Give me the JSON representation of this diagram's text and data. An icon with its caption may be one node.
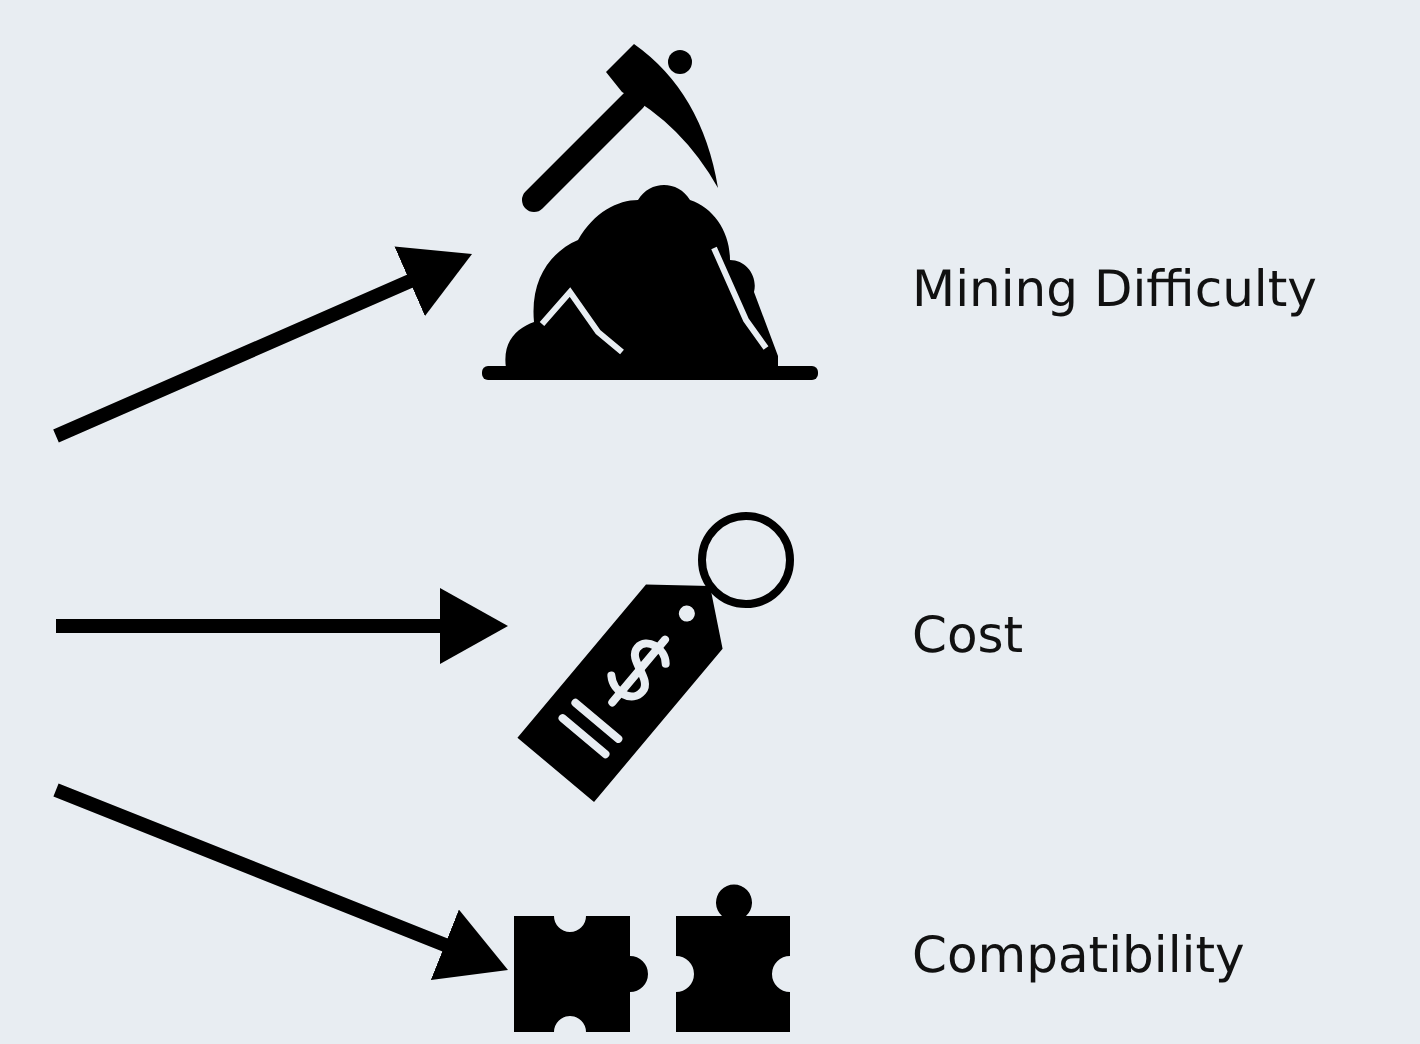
{
  "diagram": {
    "nodes": [
      {
        "text": [],
        "shape": "picture",
        "beside": [
          "Mining Difficulty"
        ]
      },
      {
        "text": [],
        "shape": "picture",
        "beside": [
          "Cost"
        ]
      },
      {
        "text": [],
        "shape": "picture",
        "beside": [
          "Compatibility"
        ]
      }
    ],
    "edges": [
      {
        "from": null,
        "to": 0,
        "arrow": "to"
      },
      {
        "from": null,
        "to": 1,
        "arrow": "to"
      },
      {
        "from": null,
        "to": 2,
        "arrow": "to"
      }
    ]
  }
}
